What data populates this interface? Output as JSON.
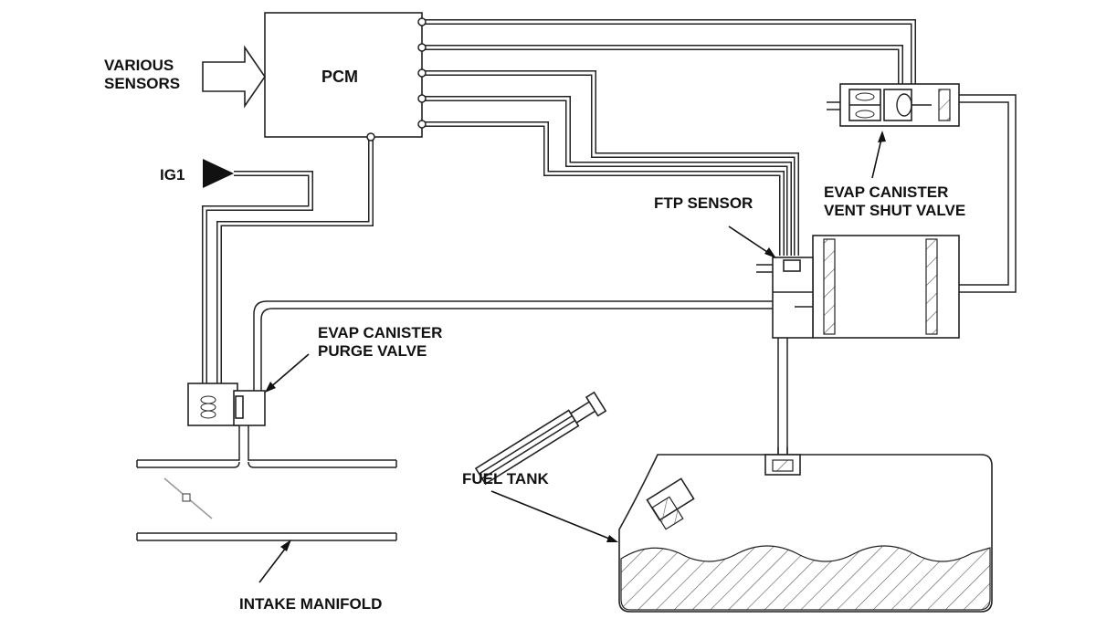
{
  "labels": {
    "pcm": "PCM",
    "various_sensors_line1": "VARIOUS",
    "various_sensors_line2": "SENSORS",
    "ig1": "IG1",
    "ftp_sensor": "FTP SENSOR",
    "vent_valve_line1": "EVAP CANISTER",
    "vent_valve_line2": "VENT SHUT VALVE",
    "purge_valve_line1": "EVAP CANISTER",
    "purge_valve_line2": "PURGE VALVE",
    "fuel_tank": "FUEL TANK",
    "intake_manifold": "INTAKE MANIFOLD"
  },
  "colors": {
    "line": "#222222",
    "background": "#ffffff"
  }
}
